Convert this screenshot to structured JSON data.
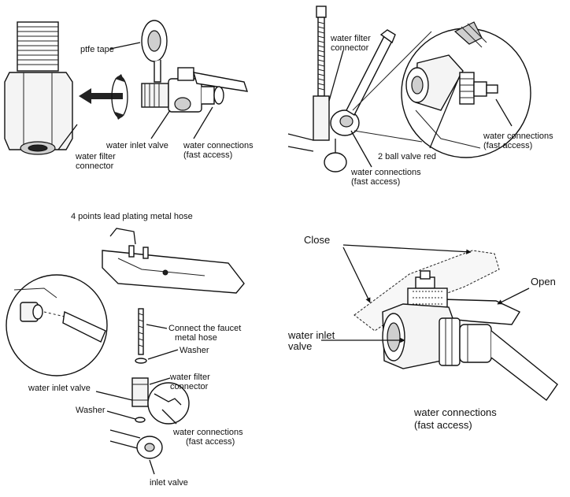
{
  "panel1": {
    "ptfe_tape": "ptfe tape",
    "water_filter_connector": [
      "water filter",
      "connector"
    ],
    "water_inlet_valve": "water inlet valve",
    "water_connections": [
      "water connections",
      "(fast access)"
    ]
  },
  "panel2": {
    "water_filter_connector": [
      "water filter",
      "connector"
    ],
    "water_connections_right": [
      "water connections",
      "(fast access)"
    ],
    "ball_valve": "2 ball valve red",
    "water_connections_bottom": [
      "water connections",
      "(fast access)"
    ]
  },
  "panel3": {
    "title": "4 points lead plating metal hose",
    "connect_faucet": [
      "Connect the faucet",
      "metal hose"
    ],
    "washer_top": "Washer",
    "water_filter_connector": [
      "water filter",
      "connector"
    ],
    "water_inlet_valve": "water inlet valve",
    "washer_bottom": "Washer",
    "water_connections": [
      "water connections",
      "(fast access)"
    ],
    "inlet_valve": "inlet valve"
  },
  "panel4": {
    "close": "Close",
    "open": "Open",
    "water_inlet_valve": [
      "water inlet",
      "valve"
    ],
    "water_connections": [
      "water connections",
      "(fast access)"
    ]
  }
}
